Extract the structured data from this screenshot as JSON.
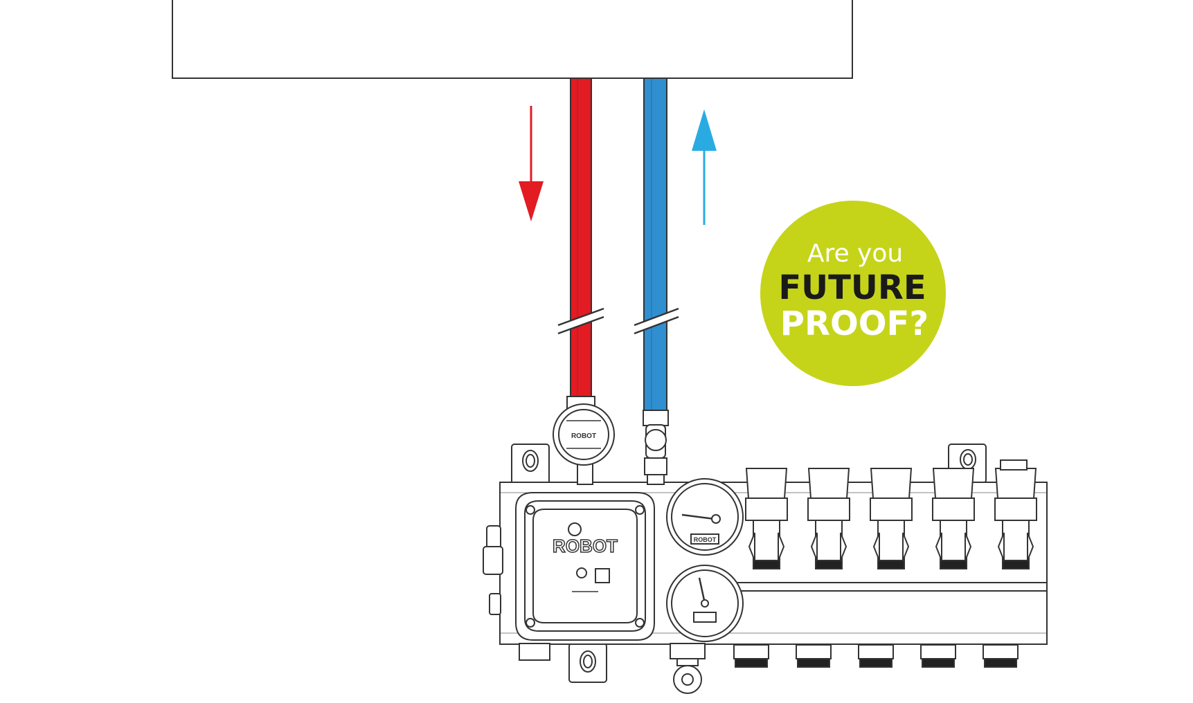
{
  "badge": {
    "line1": "Are you",
    "line2": "FUTURE",
    "line3": "PROOF?"
  },
  "branding": {
    "pump_logo": "ROBOT",
    "gauge_logo": "ROBOT"
  },
  "colors": {
    "flow_pipe": "#e31b23",
    "return_pipe": "#2f8fd0",
    "flow_arrow": "#e31b23",
    "return_arrow": "#29abe2",
    "badge_bg": "#c5d419",
    "badge_dark_text": "#1a1a1a",
    "badge_light_text": "#ffffff",
    "outline": "#333333"
  },
  "manifold": {
    "circuits": 5
  },
  "icons": [
    "down-arrow-icon",
    "up-arrow-icon",
    "pipe-break-icon",
    "pump-icon",
    "gauge-icon",
    "valve-icon"
  ]
}
